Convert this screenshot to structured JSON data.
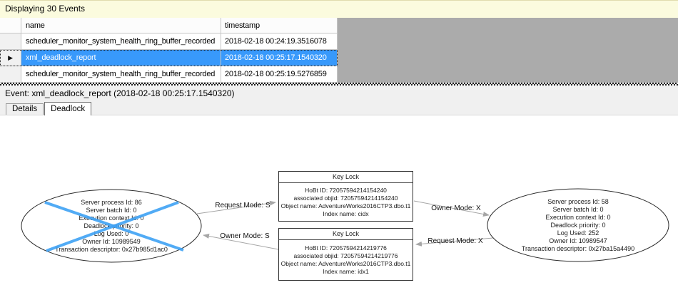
{
  "window": {
    "events_count_bar": "Displaying 30 Events"
  },
  "events_table": {
    "columns": [
      {
        "label": "name"
      },
      {
        "label": "timestamp"
      }
    ],
    "rows": [
      {
        "name": "scheduler_monitor_system_health_ring_buffer_recorded",
        "timestamp": "2018-02-18 00:24:19.3516078",
        "selected": false
      },
      {
        "name": "xml_deadlock_report",
        "timestamp": "2018-02-18 00:25:17.1540320",
        "selected": true
      },
      {
        "name": "scheduler_monitor_system_health_ring_buffer_recorded",
        "timestamp": "2018-02-18 00:25:19.5276859",
        "selected": false
      }
    ]
  },
  "event_summary": {
    "text": "Event: xml_deadlock_report (2018-02-18 00:25:17.1540320)"
  },
  "tabs": [
    {
      "label": "Details",
      "active": false
    },
    {
      "label": "Deadlock",
      "active": true
    }
  ],
  "deadlock_graph": {
    "processes": [
      {
        "id": "left",
        "victim": true,
        "lines": [
          "Server process Id: 86",
          "Server batch Id: 0",
          "Execution context Id: 0",
          "Deadlock priority: 0",
          "Log Used: 0",
          "Owner Id: 10989549",
          "Transaction descriptor: 0x27b985d1ac0"
        ]
      },
      {
        "id": "right",
        "victim": false,
        "lines": [
          "Server process Id: 58",
          "Server batch Id: 0",
          "Execution context Id: 0",
          "Deadlock priority: 0",
          "Log Used: 252",
          "Owner Id: 10989547",
          "Transaction descriptor: 0x27ba15a4490"
        ]
      }
    ],
    "locks": [
      {
        "title": "Key Lock",
        "lines": [
          "HoBt ID: 72057594214154240",
          "associated objid: 72057594214154240",
          "Object name: AdventureWorks2016CTP3.dbo.t1",
          "Index name: cidx"
        ]
      },
      {
        "title": "Key Lock",
        "lines": [
          "HoBt ID: 72057594214219776",
          "associated objid: 72057594214219776",
          "Object name: AdventureWorks2016CTP3.dbo.t1",
          "Index name: idx1"
        ]
      }
    ],
    "edges": [
      {
        "label": "Request Mode: S",
        "from": "process-left",
        "to": "lock-top"
      },
      {
        "label": "Owner Mode: S",
        "from": "lock-bottom",
        "to": "process-left"
      },
      {
        "label": "Owner Mode: X",
        "from": "lock-top",
        "to": "process-right"
      },
      {
        "label": "Request Mode: X",
        "from": "process-right",
        "to": "lock-bottom"
      }
    ]
  },
  "icons": {
    "selected_row_marker": "▶"
  },
  "colors": {
    "selection_blue": "#3899fb",
    "victim_cross_blue": "#3fa2f5",
    "events_bar_yellow": "#fbfbde",
    "grid_empty_gray": "#ababab",
    "panel_gray": "#f0f0f0",
    "arrow_gray": "#a6a6a6"
  }
}
